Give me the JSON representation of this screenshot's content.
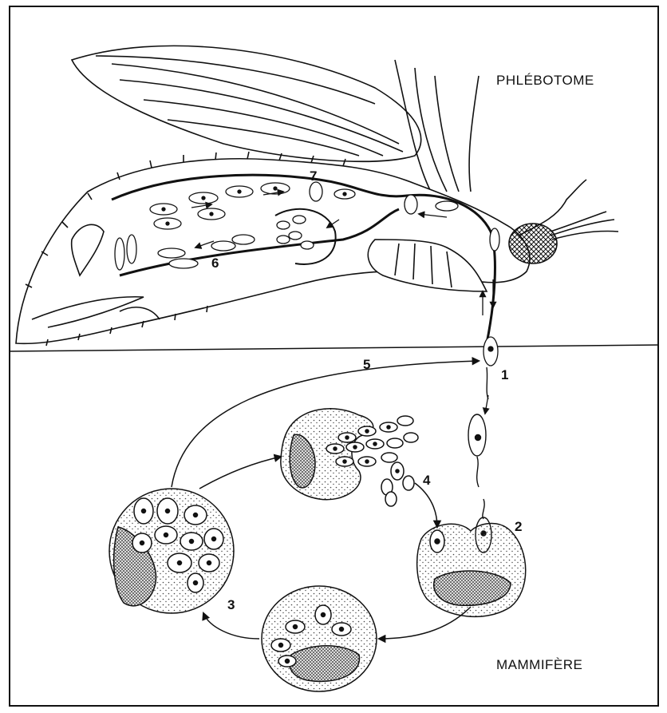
{
  "labels": {
    "vector": "PHLÉBOTOME",
    "host": "MAMMIFÈRE"
  },
  "steps": [
    "1",
    "2",
    "3",
    "4",
    "5",
    "6",
    "7"
  ],
  "colors": {
    "ink": "#111111",
    "paper": "#ffffff",
    "stipple": "#555555"
  }
}
